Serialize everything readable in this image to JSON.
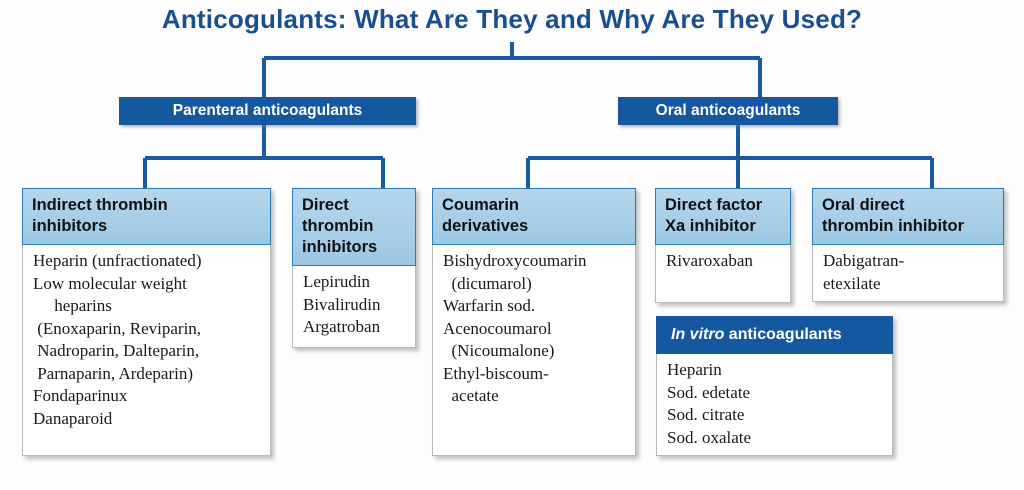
{
  "title": "Anticogulants: What Are They and Why Are They Used?",
  "branches": [
    {
      "id": "parenteral",
      "label": "Parenteral anticoagulants"
    },
    {
      "id": "oral",
      "label": "Oral anticoagulants"
    }
  ],
  "cards": [
    {
      "id": "indirect-thrombin-inhibitors",
      "header": "Indirect thrombin\ninhibitors",
      "items": "Heparin (unfractionated)\nLow molecular weight\n     heparins\n (Enoxaparin, Reviparin,\n Nadroparin, Dalteparin,\n Parnaparin, Ardeparin)\nFondaparinux\nDanaparoid"
    },
    {
      "id": "direct-thrombin-inhibitors",
      "header": "Direct\nthrombin\ninhibitors",
      "items": "Lepirudin\nBivalirudin\nArgatroban"
    },
    {
      "id": "coumarin-derivatives",
      "header": "Coumarin\nderivatives",
      "items": "Bishydroxycoumarin\n  (dicumarol)\nWarfarin sod.\nAcenocoumarol\n  (Nicoumalone)\nEthyl-biscoum-\n  acetate"
    },
    {
      "id": "direct-factor-xa-inhibitor",
      "header": "Direct factor\nXa inhibitor",
      "items": "Rivaroxaban"
    },
    {
      "id": "oral-direct-thrombin-inhibitor",
      "header": "Oral direct\nthrombin inhibitor",
      "items": "Dabigatran-\netexilate"
    }
  ],
  "invitro": {
    "header_italic": "In vitro",
    "header_rest": " anticoagulants",
    "items": "Heparin\nSod. edetate\nSod. citrate\nSod. oxalate"
  },
  "colors": {
    "title": "#1a4f8f",
    "dark_blue": "#15589f",
    "light_blue": "#a3cce8",
    "card_border": "#2f7cb5",
    "connector": "#1a5aa0",
    "background": "#fdfdfd"
  }
}
